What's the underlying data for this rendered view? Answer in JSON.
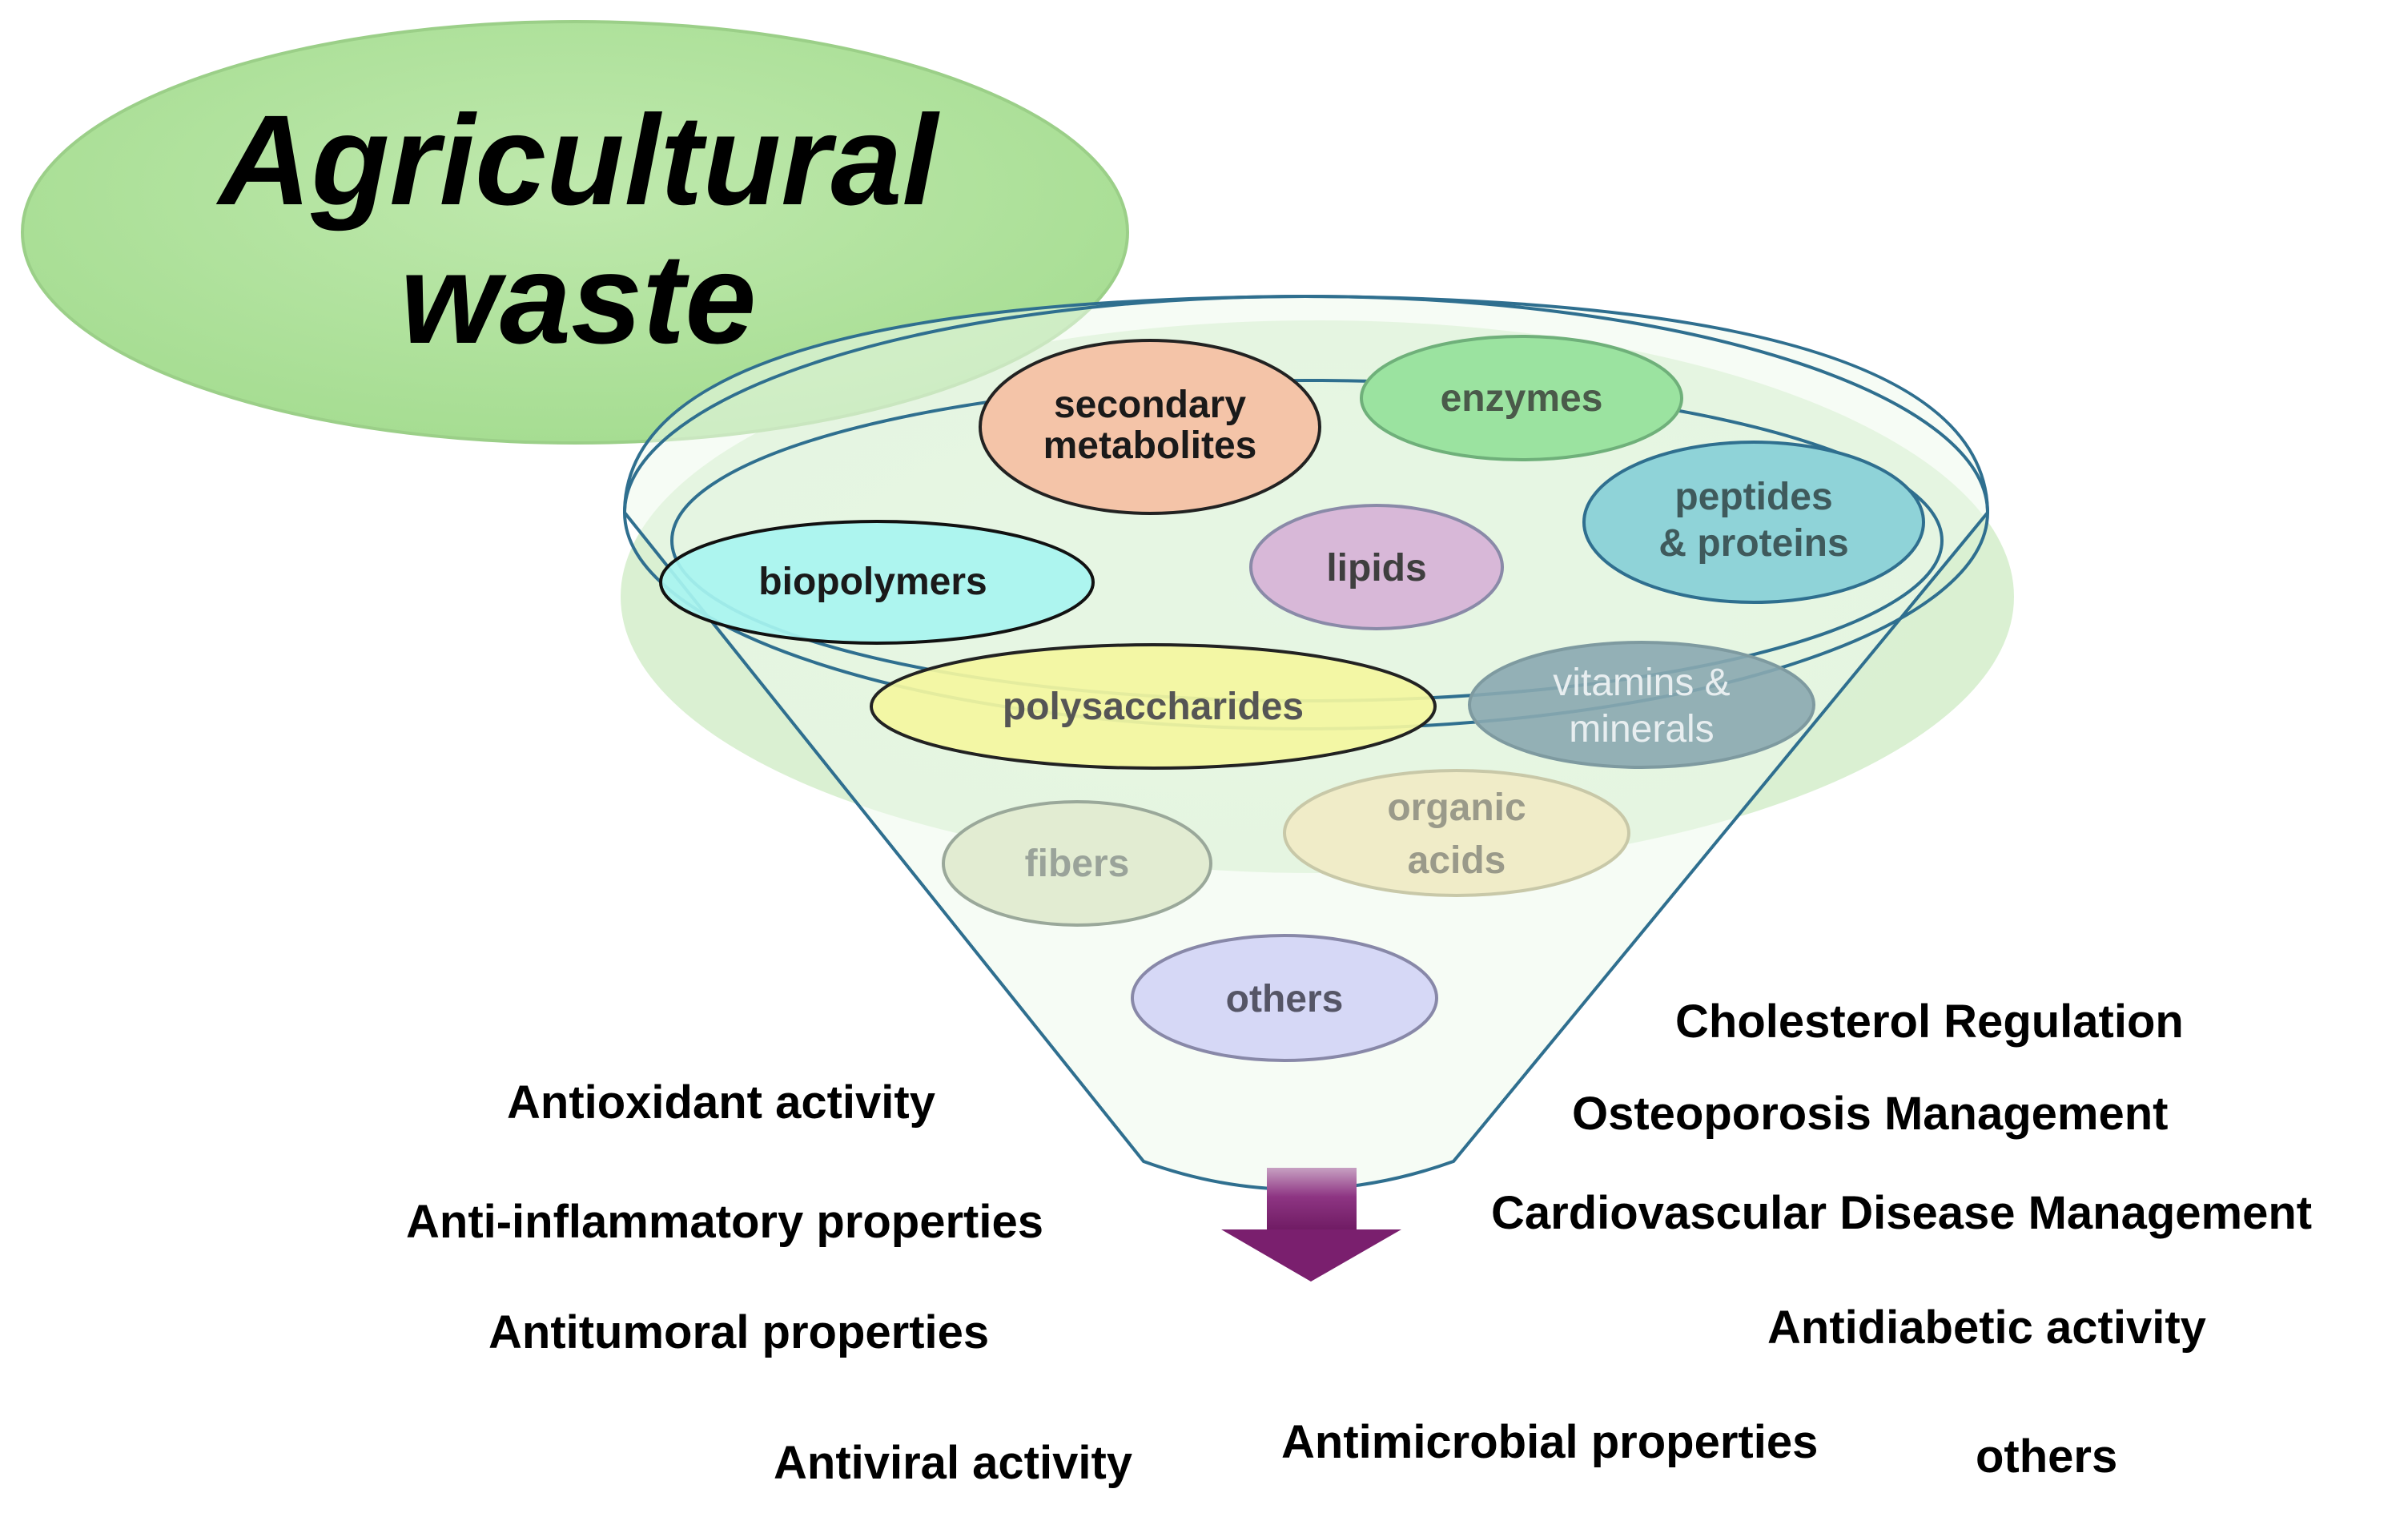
{
  "title": {
    "line1": "Agricultural",
    "line2": "waste"
  },
  "components": {
    "secondary_metabolites": {
      "line1": "secondary",
      "line2": "metabolites",
      "fill": "#f4c4a8",
      "text_color": "#1a1a1a"
    },
    "enzymes": {
      "label": "enzymes",
      "fill": "#9be3a0",
      "text_color": "#4a5a4a"
    },
    "peptides_proteins": {
      "line1": "peptides",
      "line2": "& proteins",
      "fill": "#8fd3d8",
      "text_color": "#3f5a5c"
    },
    "biopolymers": {
      "label": "biopolymers",
      "fill": "#a8f4f0",
      "text_color": "#1a1a1a"
    },
    "lipids": {
      "label": "lipids",
      "fill": "#d8b8d8",
      "text_color": "#3f3f3f"
    },
    "polysaccharides": {
      "label": "polysaccharides",
      "fill": "#f4f6a0",
      "text_color": "#555555"
    },
    "vitamins_minerals": {
      "line1": "vitamins &",
      "line2": "minerals",
      "fill": "#8aa9b0",
      "text_color": "#e8eef0"
    },
    "fibers": {
      "label": "fibers",
      "fill": "#e2ecd2",
      "text_color": "#9aa39a"
    },
    "organic_acids": {
      "line1": "organic",
      "line2": "acids",
      "fill": "#f0ecc8",
      "text_color": "#9a9a8a"
    },
    "others": {
      "label": "others",
      "fill": "#d6d8f6",
      "text_color": "#555566"
    }
  },
  "effects_left": {
    "antioxidant": "Antioxidant activity",
    "anti_inflammatory": "Anti-inflammatory  properties",
    "antitumoral": "Antitumoral properties",
    "antiviral": "Antiviral activity"
  },
  "effects_center": {
    "antimicrobial": "Antimicrobial  properties"
  },
  "effects_right": {
    "cholesterol": "Cholesterol Regulation",
    "osteoporosis": "Osteoporosis Management",
    "cardiovascular": "Cardiovascular Disease Management",
    "antidiabetic": "Antidiabetic activity",
    "others": "others"
  },
  "colors": {
    "title_ellipse": "#b2e3a0",
    "funnel_outline": "#2f6f8f",
    "funnel_fill": "#e8f6e6",
    "arrow": "#7a1f6e"
  }
}
